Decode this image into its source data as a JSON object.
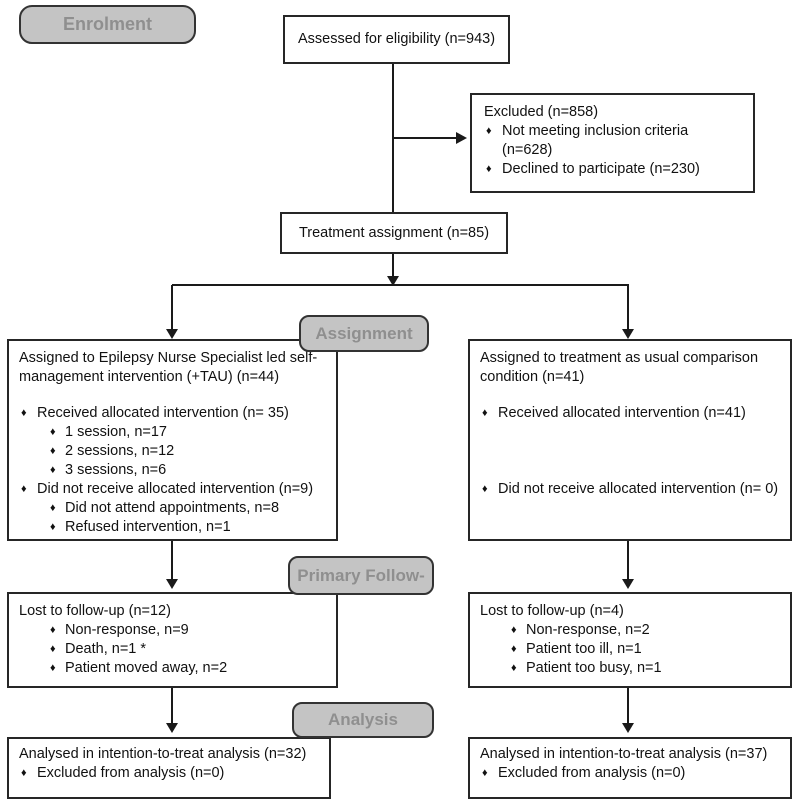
{
  "icons": {
    "bullet": "♦"
  },
  "labels": {
    "enrolment": "Enrolment",
    "assignment": "Assignment",
    "primary_followup": "Primary Follow-",
    "analysis": "Analysis"
  },
  "flow": {
    "assessed": "Assessed for eligibility (n=943)",
    "excluded": {
      "title": "Excluded (n=858)",
      "bullets": [
        "Not meeting inclusion criteria (n=628)",
        "Declined to participate (n=230)"
      ]
    },
    "treatment_assignment": "Treatment assignment (n=85)",
    "intervention_arm": {
      "title": "Assigned to Epilepsy Nurse Specialist led self-management intervention (+TAU) (n=44)",
      "received": "Received allocated intervention (n= 35)",
      "received_detail": [
        "1 session, n=17",
        "2 sessions, n=12",
        "3 sessions, n=6"
      ],
      "not_received": "Did not receive allocated intervention (n=9)",
      "not_received_detail": [
        "Did not attend appointments, n=8",
        "Refused intervention, n=1"
      ]
    },
    "tau_arm": {
      "title": "Assigned to treatment as usual comparison condition (n=41)",
      "received": "Received allocated intervention (n=41)",
      "not_received": "Did not receive allocated intervention (n= 0)"
    },
    "lost_intervention": {
      "title": "Lost to follow-up (n=12)",
      "bullets": [
        "Non-response, n=9",
        "Death, n=1 *",
        "Patient moved away, n=2"
      ]
    },
    "lost_tau": {
      "title": "Lost to follow-up (n=4)",
      "bullets": [
        "Non-response, n=2",
        "Patient too ill, n=1",
        "Patient too busy, n=1"
      ]
    },
    "analysed_intervention": {
      "title": "Analysed in intention-to-treat analysis (n=32)",
      "bullets": [
        "Excluded from analysis (n=0)"
      ]
    },
    "analysed_tau": {
      "title": "Analysed in intention-to-treat analysis (n=37)",
      "bullets": [
        "Excluded from analysis (n=0)"
      ]
    }
  },
  "colors": {
    "badge_fill": "#c4c4c4",
    "badge_text": "#8f8f8f",
    "badge_border": "#333333",
    "box_border": "#262626",
    "line": "#1a1a1a"
  }
}
